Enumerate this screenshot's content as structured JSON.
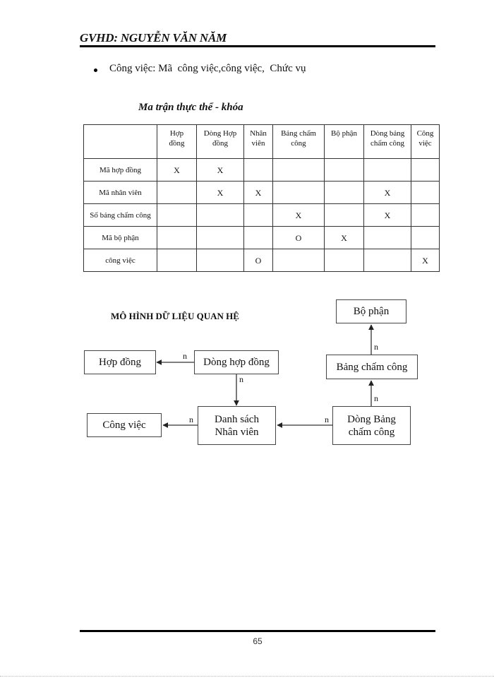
{
  "header": {
    "title": "GVHD: NGUYỄN VĂN NĂM"
  },
  "bullet": {
    "text": "Công việc: Mã  công việc,công việc,  Chức vụ"
  },
  "matrix": {
    "title": "Ma trận thực thể - khóa",
    "columns": [
      "",
      "Hợp đồng",
      "Dòng Hợp đồng",
      "Nhân viên",
      "Bảng chấm công",
      "Bộ phận",
      "Dòng bảng chấm công",
      "Công việc"
    ],
    "column_lines": [
      [
        "",
        ""
      ],
      [
        "Hợp",
        "đồng"
      ],
      [
        "Dòng Hợp",
        "đồng"
      ],
      [
        "Nhân",
        "viên"
      ],
      [
        "Bảng chấm",
        "công"
      ],
      [
        "Bộ phận",
        ""
      ],
      [
        "Dòng bảng",
        "chấm công"
      ],
      [
        "Công",
        "việc"
      ]
    ],
    "rows": [
      {
        "key": "Mã hợp đồng",
        "cells": [
          "X",
          "X",
          "",
          "",
          "",
          "",
          ""
        ]
      },
      {
        "key": "Mã nhân viên",
        "cells": [
          "",
          "X",
          "X",
          "",
          "",
          "X",
          ""
        ]
      },
      {
        "key": "Số bảng chấm công",
        "cells": [
          "",
          "",
          "",
          "X",
          "",
          "X",
          ""
        ]
      },
      {
        "key": "Mã bộ phận",
        "cells": [
          "",
          "",
          "",
          "O",
          "X",
          "",
          ""
        ]
      },
      {
        "key": "công việc",
        "cells": [
          "",
          "",
          "O",
          "",
          "",
          "",
          "X"
        ]
      }
    ]
  },
  "diagram": {
    "title": "MÔ HÌNH DỮ LIỆU QUAN HỆ",
    "entities": {
      "hop_dong": "Hợp đồng",
      "dong_hop_dong": "Dòng hợp đồng",
      "cong_viec": "Công việc",
      "danh_sach_nhan_vien_1": "Danh sách",
      "danh_sach_nhan_vien_2": "Nhân viên",
      "bo_phan": "Bộ phận",
      "bang_cham_cong": "Bảng chấm công",
      "dong_bang_cham_cong_1": "Dòng Bảng",
      "dong_bang_cham_cong_2": "chấm công"
    },
    "relations": [
      {
        "from": "Dòng hợp đồng",
        "to": "Hợp đồng",
        "cardinality": "n"
      },
      {
        "from": "Dòng hợp đồng",
        "to": "Danh sách Nhân viên",
        "cardinality": "n"
      },
      {
        "from": "Danh sách Nhân viên",
        "to": "Công việc",
        "cardinality": "n"
      },
      {
        "from": "Dòng Bảng chấm công",
        "to": "Danh sách Nhân viên",
        "cardinality": "n"
      },
      {
        "from": "Dòng Bảng chấm công",
        "to": "Bảng chấm công",
        "cardinality": "n"
      },
      {
        "from": "Bảng chấm công",
        "to": "Bộ phận",
        "cardinality": "n"
      }
    ]
  },
  "footer": {
    "page_number": "65"
  }
}
